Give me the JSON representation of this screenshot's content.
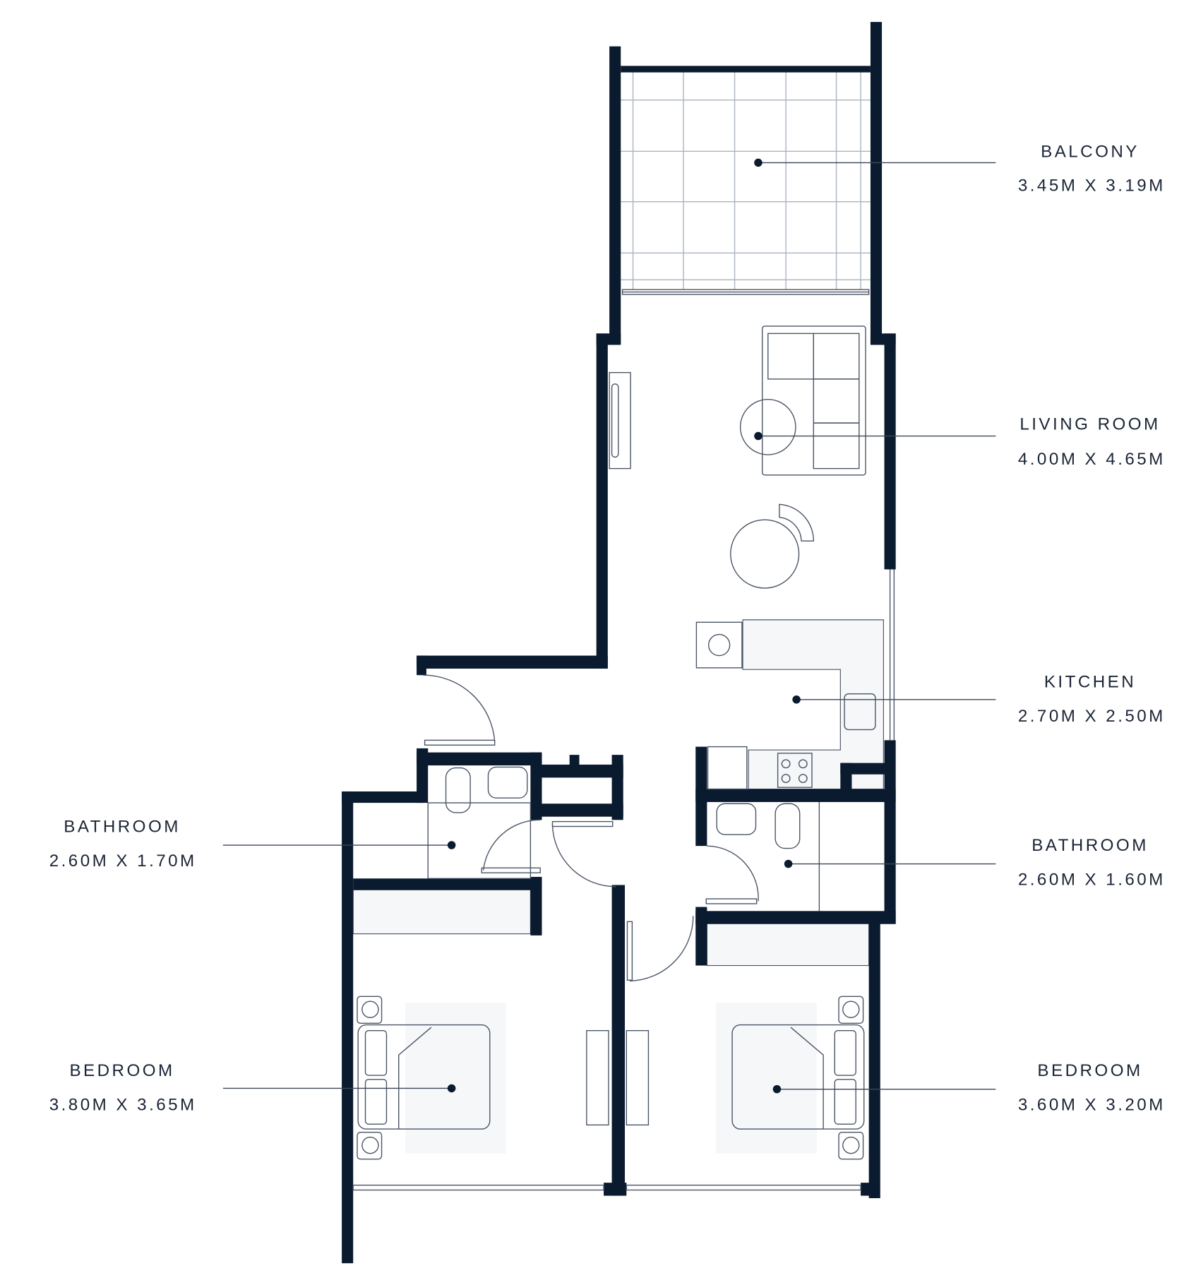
{
  "plan": {
    "wall_color": "#0b1b2f",
    "rooms": [
      {
        "name": "BALCONY",
        "dimensions": "3.45M X 3.19M"
      },
      {
        "name": "LIVING ROOM",
        "dimensions": "4.00M X 4.65M"
      },
      {
        "name": "KITCHEN",
        "dimensions": "2.70M X 2.50M"
      },
      {
        "name": "BATHROOM",
        "dimensions": "2.60M X 1.60M"
      },
      {
        "name": "BEDROOM",
        "dimensions": "3.60M X 3.20M"
      },
      {
        "name": "BATHROOM",
        "dimensions": "2.60M X 1.70M"
      },
      {
        "name": "BEDROOM",
        "dimensions": "3.80M X 3.65M"
      }
    ]
  }
}
